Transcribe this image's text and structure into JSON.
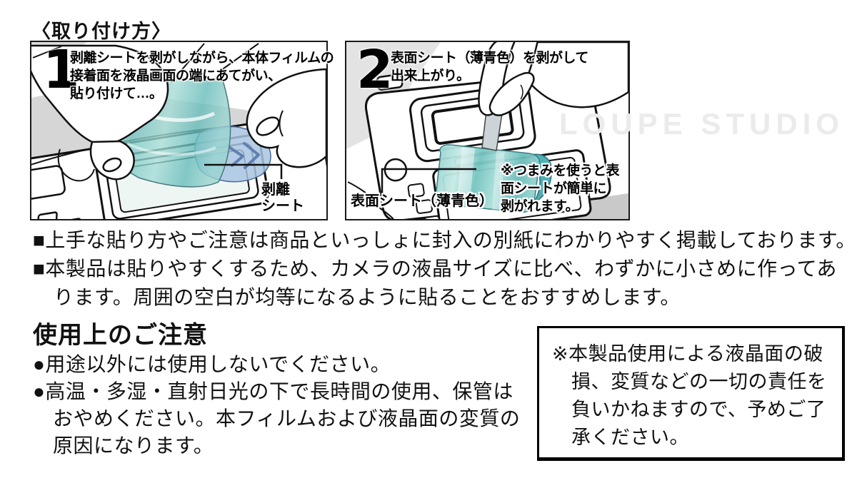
{
  "page": {
    "title": "〈取り付け方〉",
    "watermark": "LOUPE STUDIO"
  },
  "step1": {
    "number": "1",
    "line1": "剥離シートを剥がしながら、本体フィルムの",
    "line2": "接着面を液晶画面の端にあてがい、",
    "line3": "貼り付けて…。",
    "label_line1": "剥離",
    "label_line2": "シート"
  },
  "step2": {
    "number": "2",
    "line1": "表面シート（薄青色）を剥がして",
    "line2": "出来上がり。",
    "label": "表面シート（薄青色）",
    "note_line1": "※つまみを使うと表",
    "note_line2": "面シートが簡単に",
    "note_line3": "剥がれます。"
  },
  "notes": {
    "item1": "■上手な貼り方やご注意は商品といっしょに封入の別紙にわかりやすく掲載しております。",
    "item2_line1": "■本製品は貼りやすくするため、カメラの液晶サイズに比べ、わずかに小さめに作ってあ",
    "item2_line2": "ります。周囲の空白が均等になるように貼ることをおすすめします。"
  },
  "caution": {
    "heading": "使用上のご注意",
    "item1": "●用途以外には使用しないでください。",
    "item2_line1": "●高温・多湿・直射日光の下で長時間の使用、保管は",
    "item2_line2": "おやめください。本フィルムおよび液晶面の変質の",
    "item2_line3": "原因になります。"
  },
  "disclaimer": {
    "line1": "※本製品使用による液晶面の破",
    "line2": "損、変質などの一切の責任を",
    "line3": "負いかねますので、予めご了",
    "line4": "承ください。"
  },
  "colors": {
    "film_teal": "#7cc6c2",
    "film_blue_sheet": "#a9c4e2",
    "panel_gray": "#d6d6d6",
    "line_black": "#111111"
  }
}
